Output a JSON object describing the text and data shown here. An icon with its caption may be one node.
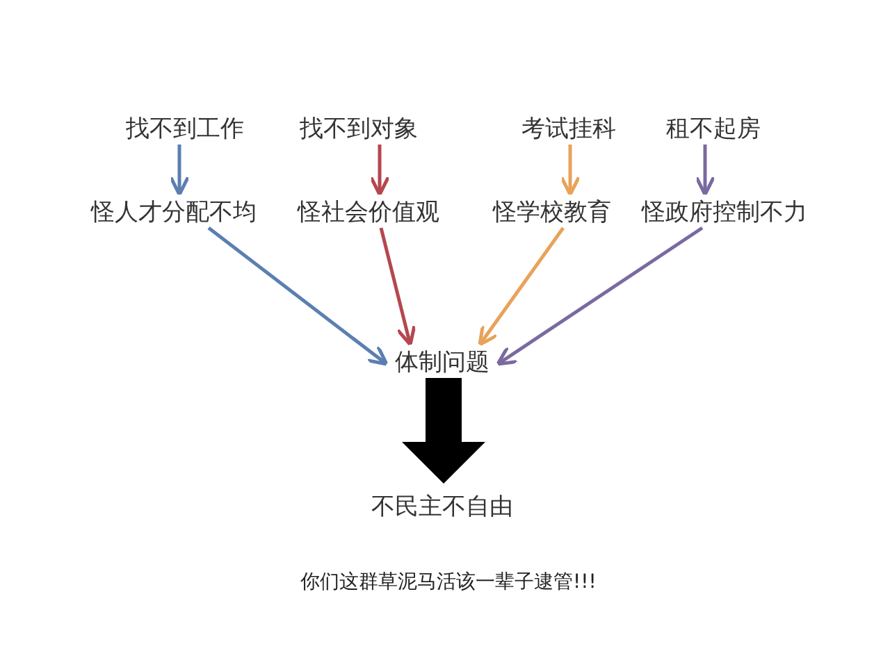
{
  "diagram": {
    "nodes": [
      {
        "text": [
          "找不到工作"
        ]
      },
      {
        "text": [
          "找不到对象"
        ]
      },
      {
        "text": [
          "考试挂科"
        ]
      },
      {
        "text": [
          "租不起房"
        ]
      },
      {
        "text": [
          "怪人才分配不均"
        ]
      },
      {
        "text": [
          "怪社会价值观"
        ]
      },
      {
        "text": [
          "怪学校教育"
        ]
      },
      {
        "text": [
          "怪政府控制不力"
        ]
      },
      {
        "text": [
          "体制问题"
        ]
      },
      {
        "text": [
          "不民主不自由"
        ]
      }
    ],
    "edges": [
      {
        "from": 0,
        "to": 4,
        "arrow": "to",
        "color": "#5b7fb0"
      },
      {
        "from": 1,
        "to": 5,
        "arrow": "to",
        "color": "#b5474f"
      },
      {
        "from": 2,
        "to": 6,
        "arrow": "to",
        "color": "#e8a25a"
      },
      {
        "from": 3,
        "to": 7,
        "arrow": "to",
        "color": "#7a6aa0"
      },
      {
        "from": 4,
        "to": 8,
        "arrow": "to",
        "color": "#5b7fb0"
      },
      {
        "from": 5,
        "to": 8,
        "arrow": "to",
        "color": "#b5474f"
      },
      {
        "from": 6,
        "to": 8,
        "arrow": "to",
        "color": "#e8a25a"
      },
      {
        "from": 7,
        "to": 8,
        "arrow": "to",
        "color": "#7a6aa0"
      },
      {
        "from": 8,
        "to": 9,
        "arrow": "to",
        "style": "thick",
        "color": "#000000"
      }
    ],
    "labels": [
      "你们这群草泥马活该一辈子逮管!!!"
    ]
  }
}
